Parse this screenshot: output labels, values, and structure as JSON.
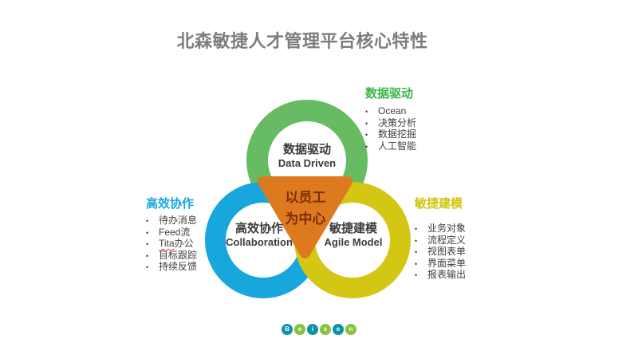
{
  "title": "北森敏捷人才管理平台核心特性",
  "colors": {
    "title_gray": "#7d7d7d",
    "green_ring": "#67bb62",
    "blue_ring": "#17a7dd",
    "yellow_ring": "#d3c713",
    "orange_triangle": "#dd7a1f",
    "green_heading": "#3cb54a",
    "blue_heading": "#17a7dd",
    "yellow_heading": "#d2c40e",
    "triangle_text": "#7c2e04",
    "label_text": "#3c3c3c",
    "logo_teal": "#0e92a6",
    "logo_green": "#86c341"
  },
  "venn": {
    "data_driven": {
      "zh": "数据驱动",
      "en": "Data Driven"
    },
    "collaboration": {
      "zh": "高效协作",
      "en": "Collaboration"
    },
    "agile_model": {
      "zh": "敏捷建模",
      "en": "Agile Model"
    },
    "center": {
      "line1": "以员工",
      "line2": "为中心"
    }
  },
  "notes": {
    "bullet": "•",
    "data_driven": {
      "title": "数据驱动",
      "items": [
        "Ocean",
        "决策分析",
        "数据挖掘",
        "人工智能"
      ]
    },
    "collaboration": {
      "title": "高效协作",
      "items": [
        "待办消息",
        "Feed流",
        {
          "u": "Tita",
          "rest": "办公"
        },
        "目标跟踪",
        "持续反馈"
      ]
    },
    "agile_model": {
      "title": "敏捷建模",
      "items": [
        "业务对象",
        "流程定义",
        "视图表单",
        "界面菜单",
        "报表输出"
      ]
    }
  },
  "logo": {
    "letters": [
      "B",
      "e",
      "i",
      "s",
      "e",
      "n"
    ]
  }
}
